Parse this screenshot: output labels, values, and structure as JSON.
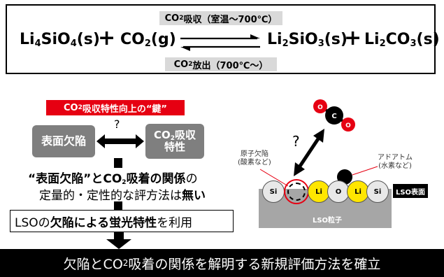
{
  "equation": {
    "absorption_label_pre": "CO",
    "absorption_label_sub": "2",
    "absorption_label_post": "吸収（室温～700℃）",
    "release_label_pre": "CO",
    "release_label_sub": "2",
    "release_label_post": "放出（700℃～）",
    "reactant1": {
      "a": "Li",
      "a_sub": "4",
      "b": "SiO",
      "b_sub": "4",
      "c": "(s)"
    },
    "reactant2": {
      "a": "CO",
      "a_sub": "2",
      "c": "(g)"
    },
    "product1": {
      "a": "Li",
      "a_sub": "2",
      "b": "SiO",
      "b_sub": "3",
      "c": "(s)"
    },
    "product2": {
      "a": "Li",
      "a_sub": "2",
      "b": "CO",
      "b_sub": "3",
      "c": "(s)"
    },
    "plus": "+"
  },
  "key": {
    "title_pre": "CO",
    "title_sub": "2",
    "title_post": "吸収特性向上の“鍵”",
    "surface_defect_box": "表面欠陥",
    "co2_box_line1_pre": "CO",
    "co2_box_line1_sub": "2",
    "co2_box_line1_post": "吸収",
    "co2_box_line2": "特性",
    "question_mark": "?"
  },
  "statement": {
    "part1": "“表面欠陥”と",
    "part2_pre": "CO",
    "part2_sub": "2",
    "part2_post": "吸着の関係",
    "part3": "の",
    "line2_part1": "定量的・定性的な評方法は",
    "line2_part2": "無い"
  },
  "lso_box": {
    "part1": "LSOの",
    "part2": "欠陥による蛍光特性",
    "part3": "を利用"
  },
  "conclusion": {
    "pre": "欠陥とCO",
    "sub": "2",
    "post": "吸着の関係を解明する新規評価方法を確立"
  },
  "illustration": {
    "co2_molecule": {
      "o1": "O",
      "c": "C",
      "o2": "O"
    },
    "question_mark": "?",
    "vacancy_label_line1": "原子欠陥",
    "vacancy_label_line2": "(酸素など)",
    "adatom_label_line1": "アドアトム",
    "adatom_label_line2": "(水素など)",
    "atoms": [
      "Si",
      "",
      "Li",
      "O",
      "Li",
      "Si"
    ],
    "surface_label": "LSO表面",
    "particle_label": "LSO粒子"
  },
  "colors": {
    "red": "#e60012",
    "grey_box": "#7f7f7f",
    "light_grey": "#d9d9d9",
    "lithium_yellow": "#ffe600",
    "particle_grey": "#a6a6a6"
  }
}
